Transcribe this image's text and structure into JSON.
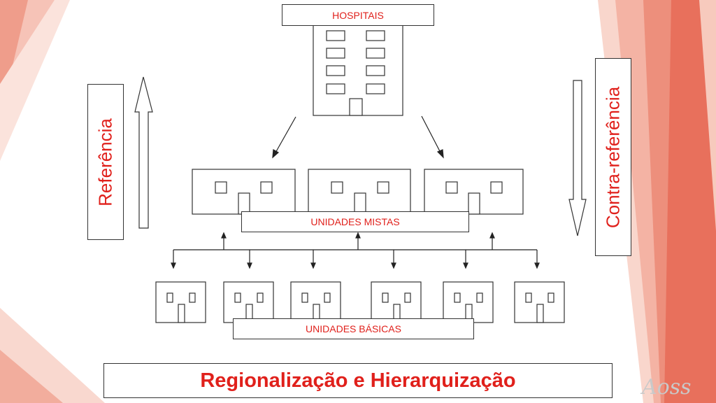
{
  "slide": {
    "title": "Regionalização e Hierarquização",
    "signature": "Aoss"
  },
  "diagram": {
    "hospitals_label": "HOSPITAIS",
    "mixed_units_label": "UNIDADES MISTAS",
    "basic_units_label": "UNIDADES BÁSICAS",
    "referral_label": "Referência",
    "counter_referral_label": "Contra-referência"
  },
  "colors": {
    "accent_red": "#e0201b",
    "coral_dark": "#ea7b69",
    "coral_mid": "#f3a999",
    "coral_light": "#f9d4cb"
  }
}
